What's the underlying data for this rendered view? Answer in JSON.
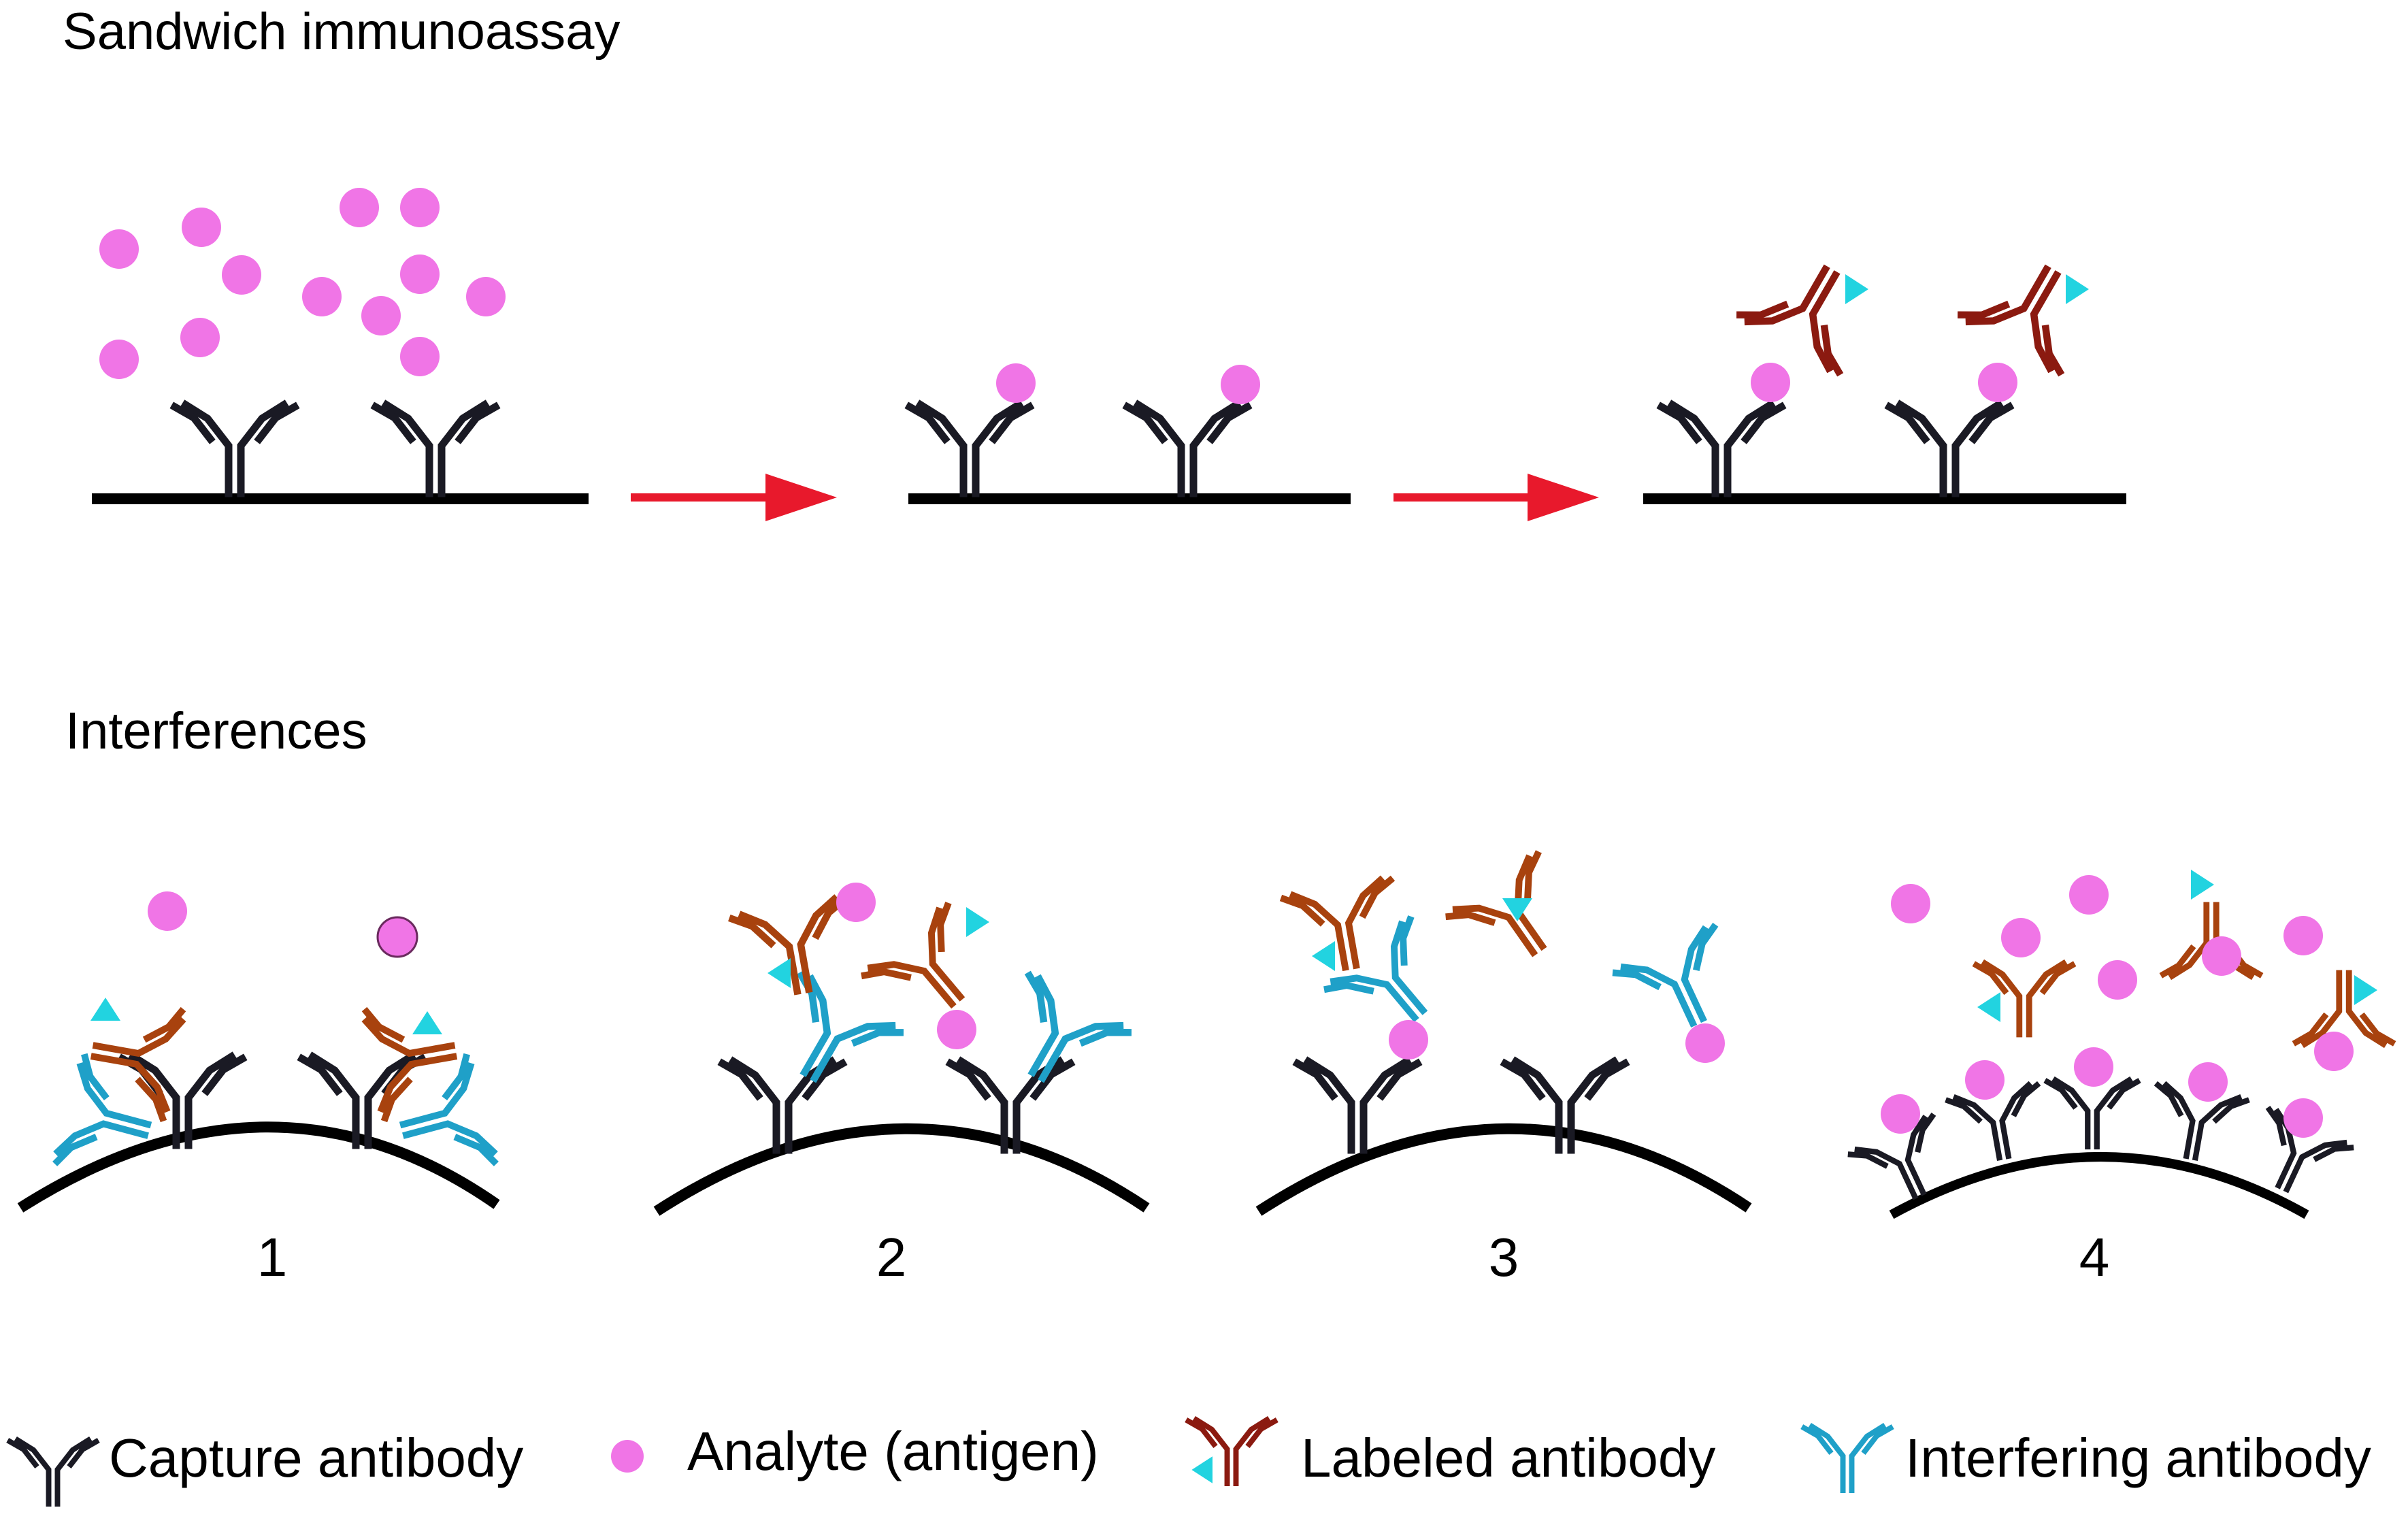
{
  "titles": {
    "top": "Sandwich immunoassay",
    "bottom": "Interferences"
  },
  "panels": [
    "1",
    "2",
    "3",
    "4"
  ],
  "legend": [
    {
      "label": "Capture antibody",
      "icon": "capture-antibody-icon"
    },
    {
      "label": "Analyte (antigen)",
      "icon": "analyte-icon"
    },
    {
      "label": "Labeled antibody",
      "icon": "labeled-antibody-icon"
    },
    {
      "label": "Interfering antibody",
      "icon": "interfering-antibody-icon"
    }
  ],
  "colors": {
    "capture": "#1a1a24",
    "analyte": "#f075e6",
    "labeled": "#8b1a10",
    "labeled_alt": "#a8420e",
    "interfering": "#1fa0c8",
    "tag": "#22d3e0",
    "arrow": "#e8192c",
    "surface": "#000000"
  }
}
